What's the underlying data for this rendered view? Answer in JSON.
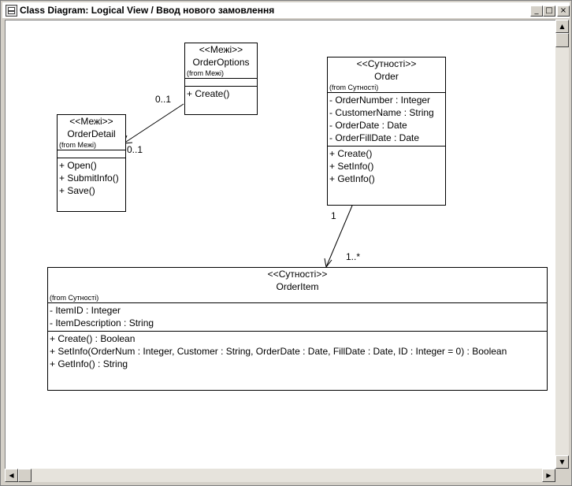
{
  "window": {
    "title": "Class Diagram: Logical View / Ввод нового замовлення"
  },
  "controls": {
    "minimize": "_",
    "maximize": "□",
    "close": "×"
  },
  "scroll": {
    "up": "▲",
    "down": "▼",
    "left": "◀",
    "right": "▶"
  },
  "classes": {
    "order_options": {
      "stereotype": "<<Межі>>",
      "name": "OrderOptions",
      "from": "(from Межі)",
      "attributes": [],
      "operations": [
        "+ Create()"
      ]
    },
    "order_detail": {
      "stereotype": "<<Межі>>",
      "name": "OrderDetail",
      "from": "(from Межі)",
      "attributes": [],
      "operations": [
        "+ Open()",
        "+ SubmitInfo()",
        "+ Save()"
      ]
    },
    "order": {
      "stereotype": "<<Сутності>>",
      "name": "Order",
      "from": "(from Сутності)",
      "attributes": [
        "- OrderNumber : Integer",
        "- CustomerName : String",
        "- OrderDate : Date",
        "- OrderFillDate : Date"
      ],
      "operations": [
        "+ Create()",
        "+ SetInfo()",
        "+ GetInfo()"
      ]
    },
    "order_item": {
      "stereotype": "<<Сутності>>",
      "name": "OrderItem",
      "from": "(from Сутності)",
      "attributes": [
        "- ItemID : Integer",
        "- ItemDescription : String"
      ],
      "operations": [
        "+ Create() : Boolean",
        "+ SetInfo(OrderNum : Integer, Customer : String, OrderDate : Date, FillDate : Date, ID : Integer = 0) : Boolean",
        "+ GetInfo() : String"
      ]
    }
  },
  "associations": [
    {
      "from": "order_options",
      "to": "order_detail",
      "source_multiplicity": "0..1",
      "target_multiplicity": "0..1"
    },
    {
      "from": "order",
      "to": "order_item",
      "source_multiplicity": "1",
      "target_multiplicity": "1..*"
    }
  ]
}
